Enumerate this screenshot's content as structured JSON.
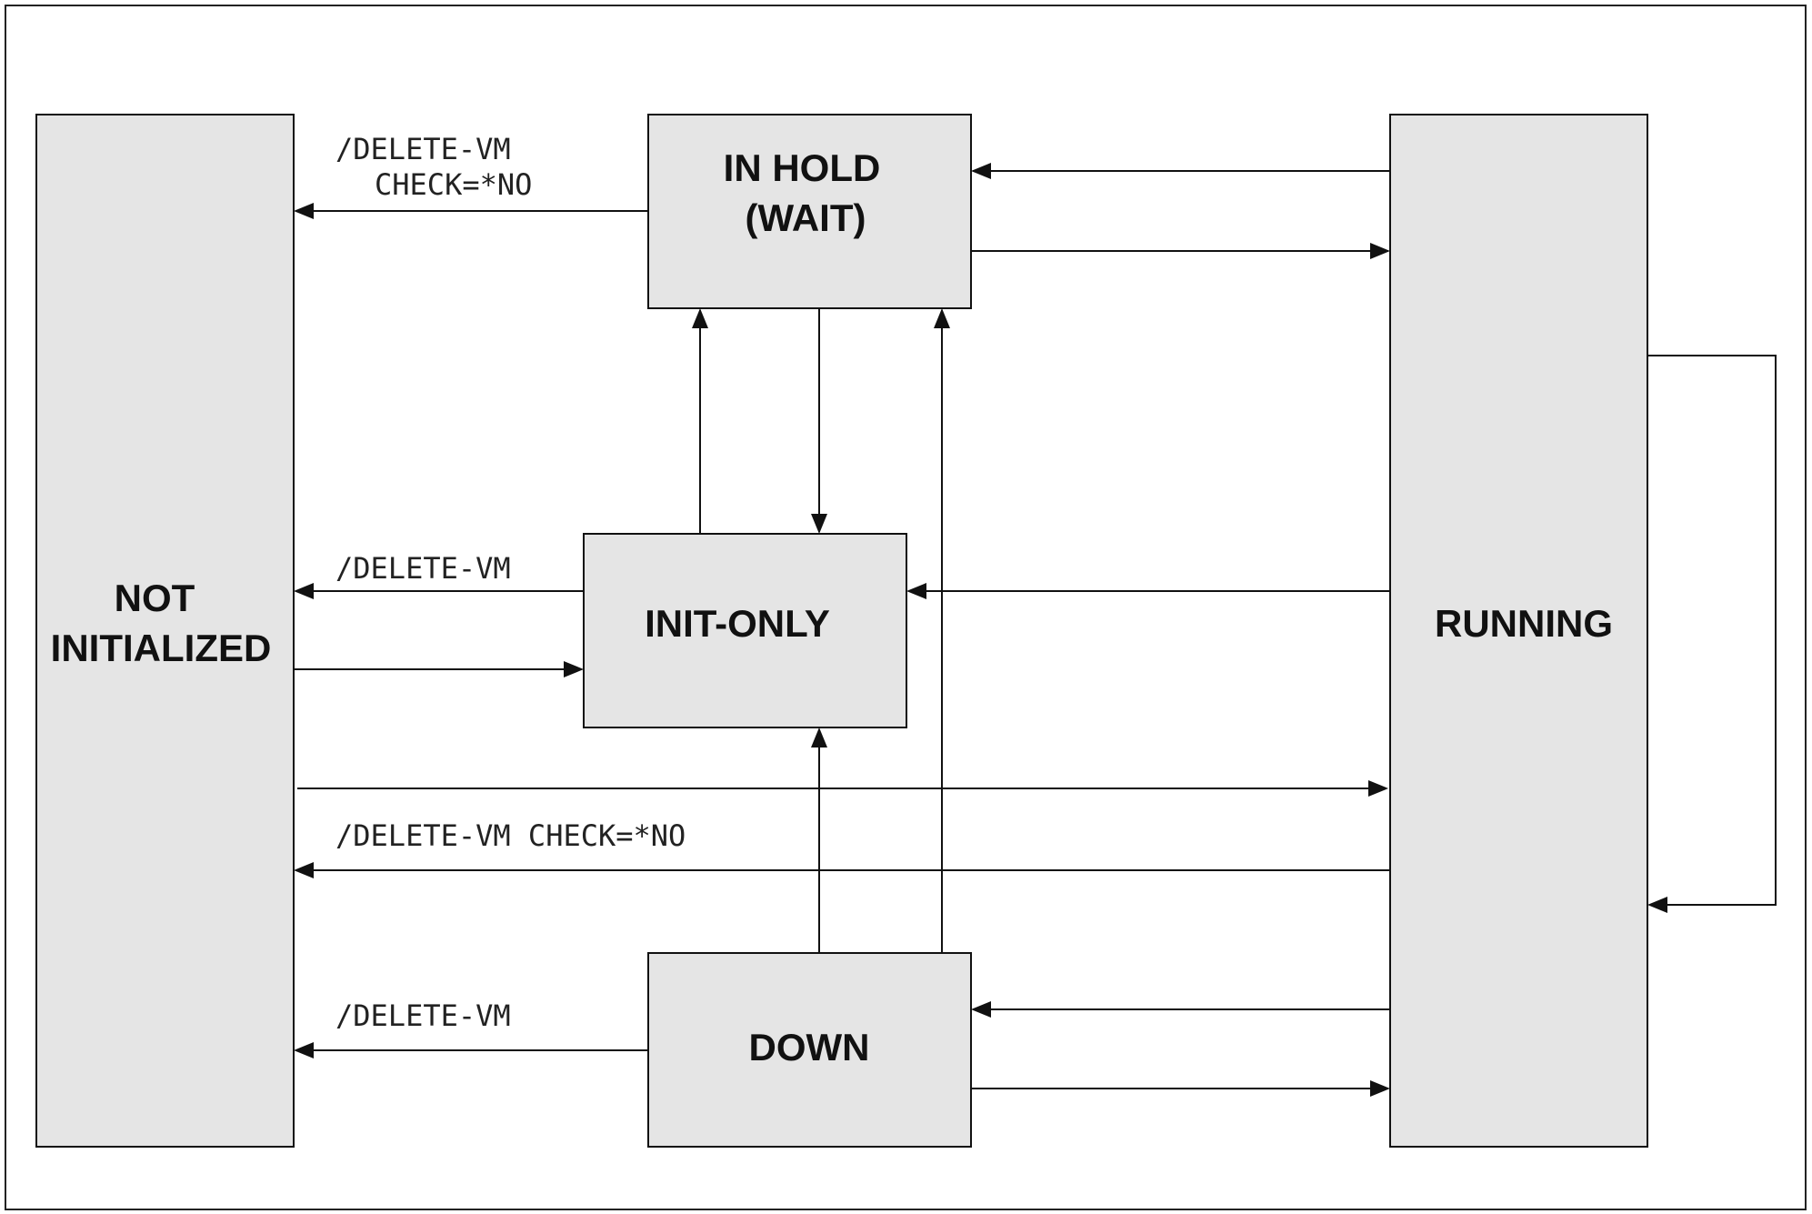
{
  "colors": {
    "background": "#ffffff",
    "state_fill": "#e5e5e5",
    "line": "#111111",
    "frame": "#222222"
  },
  "states": {
    "not_initialized": {
      "line1": "NOT",
      "line2": "INITIALIZED"
    },
    "in_hold": {
      "line1": "IN HOLD",
      "line2": "(WAIT)"
    },
    "init_only": {
      "label": "INIT-ONLY"
    },
    "running": {
      "label": "RUNNING"
    },
    "down": {
      "label": "DOWN"
    }
  },
  "edge_labels": {
    "hold_to_not_init_line1": "/DELETE-VM",
    "hold_to_not_init_line2": "CHECK=*NO",
    "init_only_to_not_init": "/DELETE-VM",
    "running_to_not_init": "/DELETE-VM CHECK=*NO",
    "down_to_not_init": "/DELETE-VM"
  }
}
